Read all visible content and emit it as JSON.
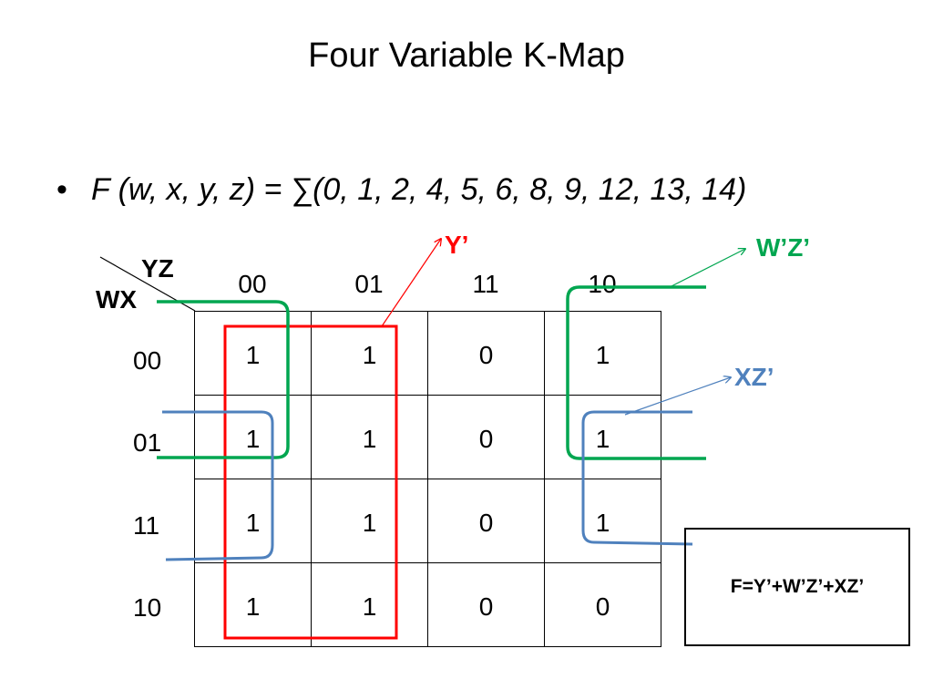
{
  "title": "Four Variable K-Map",
  "bullet": {
    "symbol": "•",
    "function": "F (w, x, y, z) = ∑(0, 1, 2, 4, 5, 6, 8, 9, 12, 13, 14)"
  },
  "kmap": {
    "col_var": "YZ",
    "row_var": "WX",
    "col_headers": [
      "00",
      "01",
      "11",
      "10"
    ],
    "row_headers": [
      "00",
      "01",
      "11",
      "10"
    ],
    "cells": [
      [
        "1",
        "1",
        "0",
        "1"
      ],
      [
        "1",
        "1",
        "0",
        "1"
      ],
      [
        "1",
        "1",
        "0",
        "1"
      ],
      [
        "1",
        "1",
        "0",
        "0"
      ]
    ]
  },
  "groups": [
    {
      "label": "Y’",
      "color": "#ff0000"
    },
    {
      "label": "W’Z’",
      "color": "#00a650"
    },
    {
      "label": "XZ’",
      "color": "#4f81bd"
    }
  ],
  "result": "F=Y’+W’Z’+XZ’"
}
